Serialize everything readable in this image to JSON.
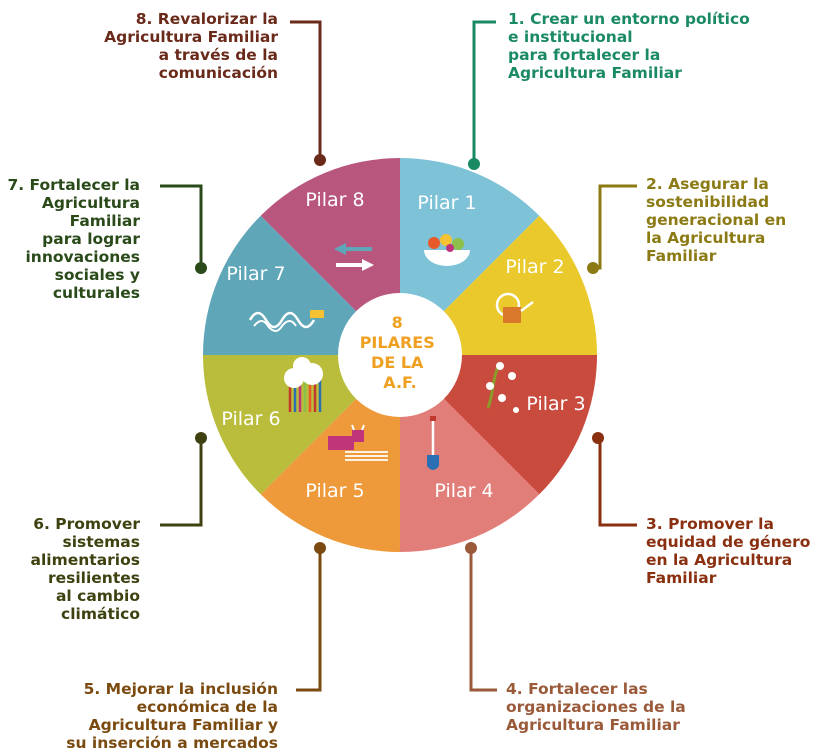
{
  "center": {
    "line1": "8",
    "line2": "PILARES",
    "line3": "DE LA",
    "line4": "A.F."
  },
  "pillars": [
    {
      "short": "Pilar 1",
      "color": "#7ec2d8",
      "text": "1. Crear un entorno político\ne institucional\npara fortalecer la\nAgricultura Familiar",
      "text_color": "#1a8a63",
      "icon": "vegetable-bowl-icon"
    },
    {
      "short": "Pilar 2",
      "color": "#e9c92b",
      "text": "2. Asegurar la\nsostenibilidad\ngeneracional en\nla Agricultura\nFamiliar",
      "text_color": "#8c7a14",
      "icon": "watering-can-icon"
    },
    {
      "short": "Pilar 3",
      "color": "#c94b3e",
      "text": "3. Promover la\nequidad de género\nen la Agricultura\nFamiliar",
      "text_color": "#8a3010",
      "icon": "plant-sprout-icon"
    },
    {
      "short": "Pilar 4",
      "color": "#e27e7a",
      "text": "4. Fortalecer las\norganizaciones de la\nAgricultura Familiar",
      "text_color": "#9a5a3a",
      "icon": "shovel-icon"
    },
    {
      "short": "Pilar 5",
      "color": "#ee9a3a",
      "text": "5. Mejorar la inclusión\neconómica de la\nAgricultura Familiar y\nsu inserción a mercados",
      "text_color": "#7a4a10",
      "icon": "cow-icon"
    },
    {
      "short": "Pilar 6",
      "color": "#b9bd3b",
      "text": "6. Promover\nsistemas\nalimentarios\nresilientes\nal cambio\nclimático",
      "text_color": "#3f4210",
      "icon": "trees-icon"
    },
    {
      "short": "Pilar 7",
      "color": "#5fa6b8",
      "text": "7. Fortalecer la\nAgricultura\nFamiliar\npara lograr\ninnovaciones\nsociales y\nculturales",
      "text_color": "#2a4a1a",
      "icon": "waves-icon"
    },
    {
      "short": "Pilar 8",
      "color": "#b8567e",
      "text": "8. Revalorizar la\nAgricultura Familiar\na través de la\ncomunicación",
      "text_color": "#6a2a1a",
      "icon": "exchange-arrows-icon"
    }
  ]
}
